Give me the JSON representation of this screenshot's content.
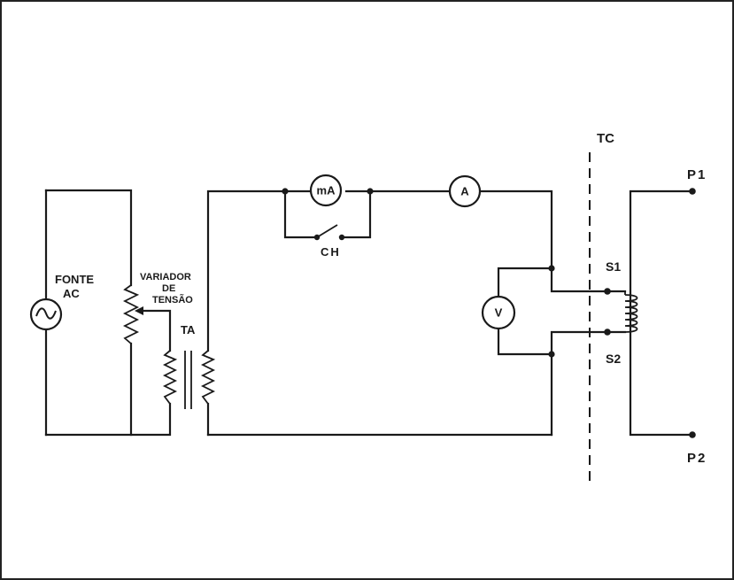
{
  "labels": {
    "source_line1": "FONTE",
    "source_line2": "AC",
    "variac_line1": "VARIADOR",
    "variac_line2": "DE",
    "variac_line3": "TENSÃO",
    "aux_transformer": "TA",
    "switch": "CH",
    "ct": "TC",
    "secondary_1": "S1",
    "secondary_2": "S2",
    "primary_1": "P1",
    "primary_2": "P2"
  },
  "meters": {
    "milliammeter": "mA",
    "ammeter": "A",
    "voltmeter": "V"
  },
  "icons": {
    "ac_source": "ac-source-icon",
    "variac": "variable-resistor-icon",
    "transformer": "transformer-icon",
    "switch": "open-switch-icon",
    "ct_coil": "coil-icon"
  }
}
